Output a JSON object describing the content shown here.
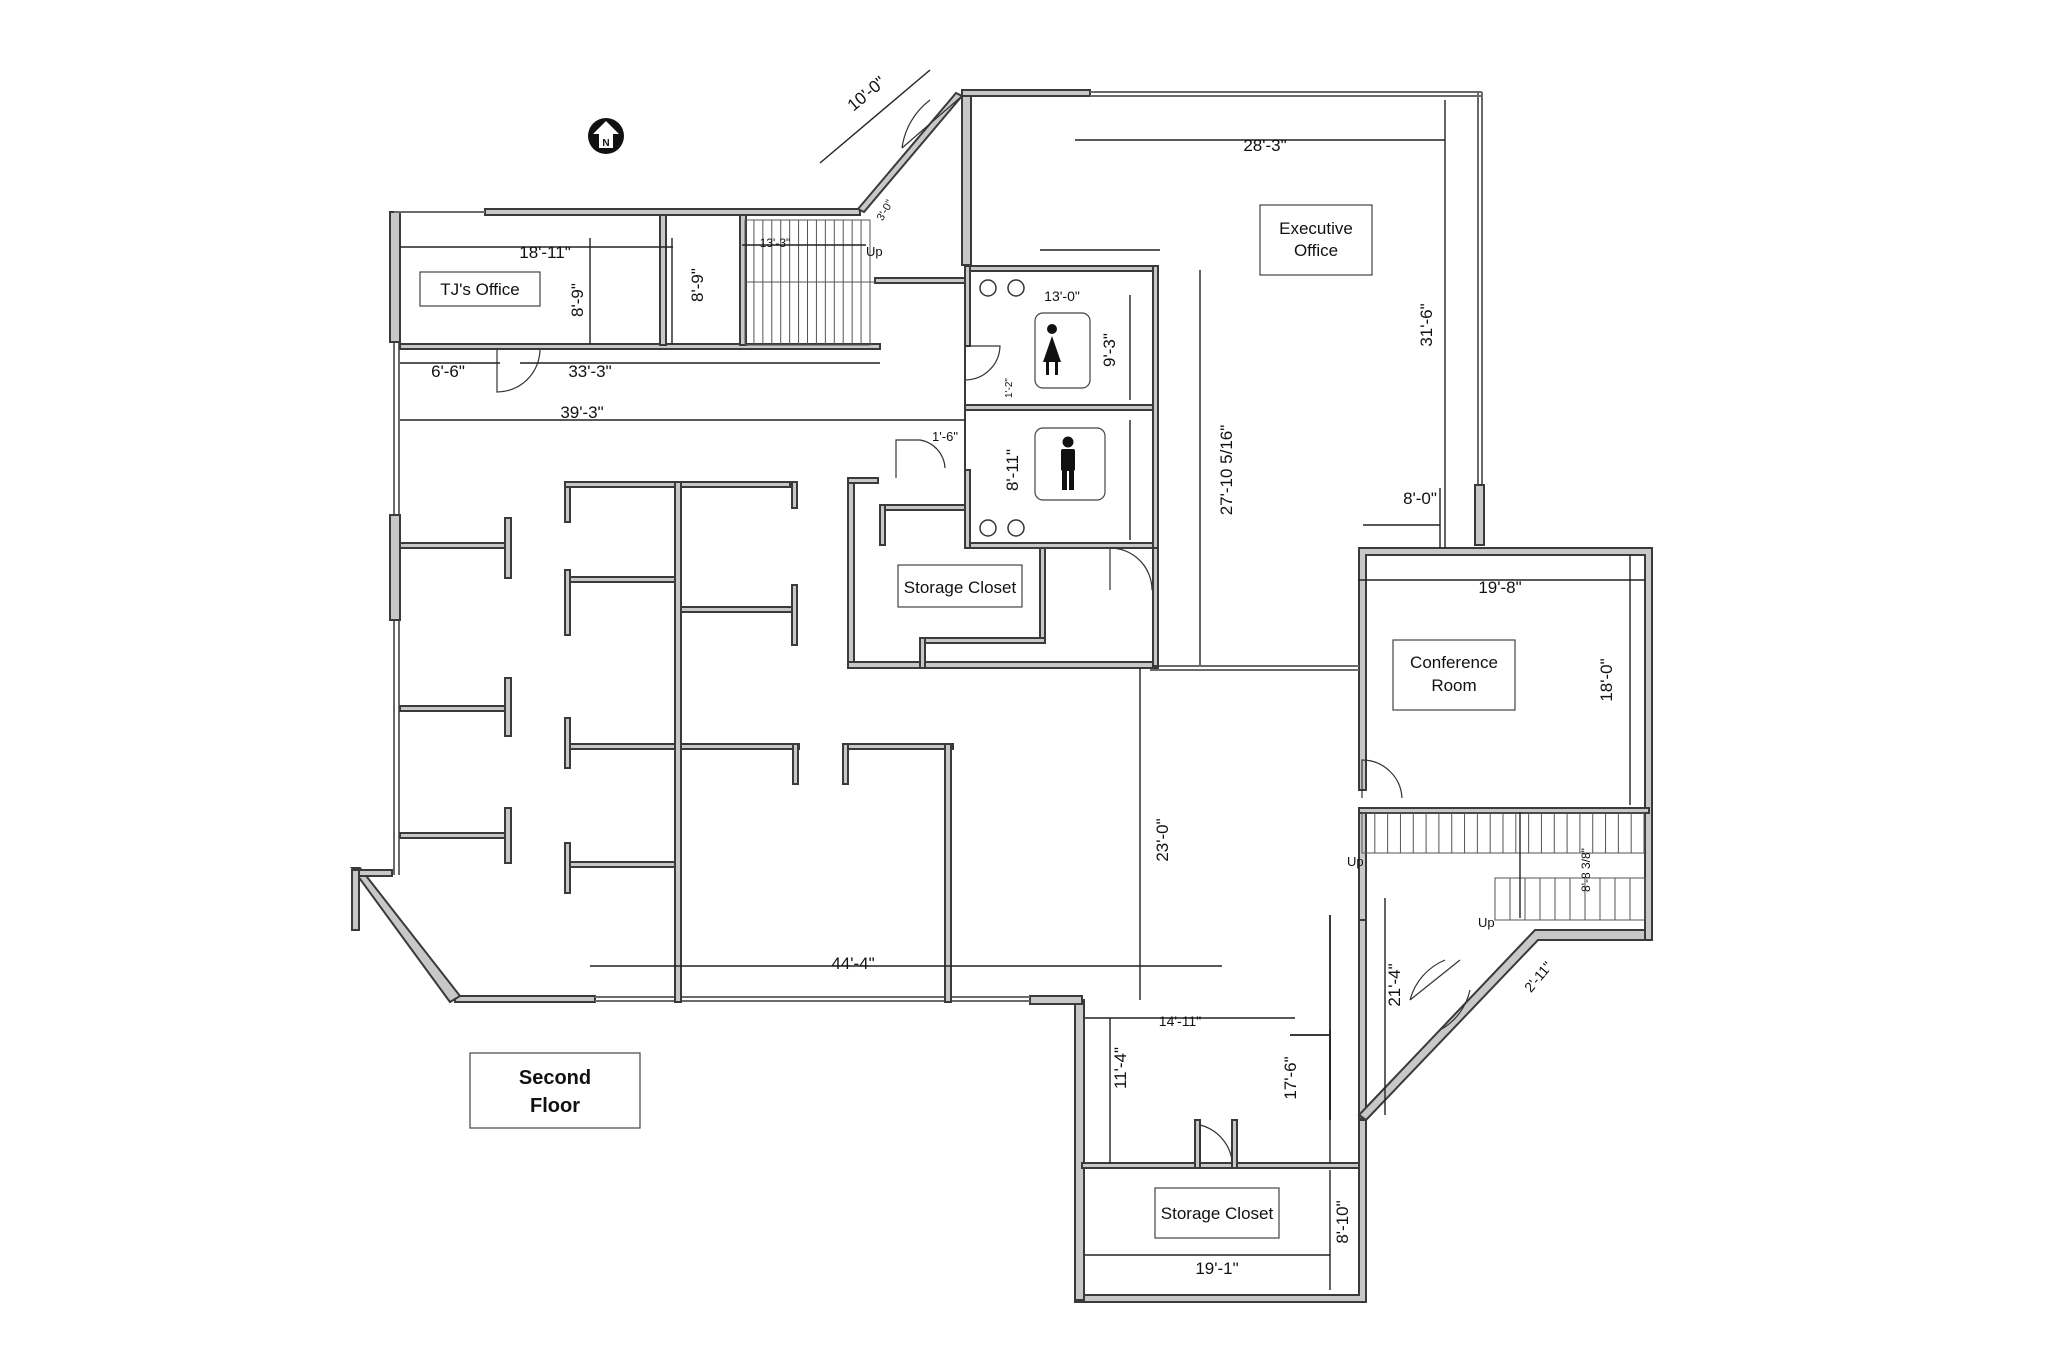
{
  "floor_label": {
    "line1": "Second",
    "line2": "Floor"
  },
  "north_label": "N",
  "rooms": {
    "tj_office": "TJ's Office",
    "executive_office_l1": "Executive",
    "executive_office_l2": "Office",
    "storage_closet_1": "Storage Closet",
    "conference_l1": "Conference",
    "conference_l2": "Room",
    "storage_closet_2": "Storage Closet"
  },
  "stairs": {
    "up_1": "Up",
    "up_2": "Up",
    "up_3": "Up"
  },
  "dimensions": {
    "d_10_0": "10'-0\"",
    "d_18_11": "18'-11\"",
    "d_13_3": "13'-3\"",
    "d_8_9_a": "8'-9\"",
    "d_8_9_b": "8'-9\"",
    "d_6_6": "6'-6\"",
    "d_33_3": "33'-3\"",
    "d_39_3": "39'-3\"",
    "d_28_3": "28'-3\"",
    "d_13_0": "13'-0\"",
    "d_9_3": "9'-3\"",
    "d_31_6": "31'-6\"",
    "d_27_10": "27'-10 5/16\"",
    "d_8_11": "8'-11\"",
    "d_1_6": "1'-6\"",
    "d_8_0": "8'-0\"",
    "d_19_8": "19'-8\"",
    "d_18_0": "18'-0\"",
    "d_23_0": "23'-0\"",
    "d_44_4": "44'-4\"",
    "d_14_11": "14'-11\"",
    "d_11_4": "11'-4\"",
    "d_17_6": "17'-6\"",
    "d_21_4": "21'-4\"",
    "d_2_11": "2'-11\"",
    "d_8_8": "8'-8 3/8\"",
    "d_8_10": "8'-10\"",
    "d_19_1": "19'-1\"",
    "d_3_0": "3'-0\"",
    "d_1_2": "1'-2\""
  }
}
